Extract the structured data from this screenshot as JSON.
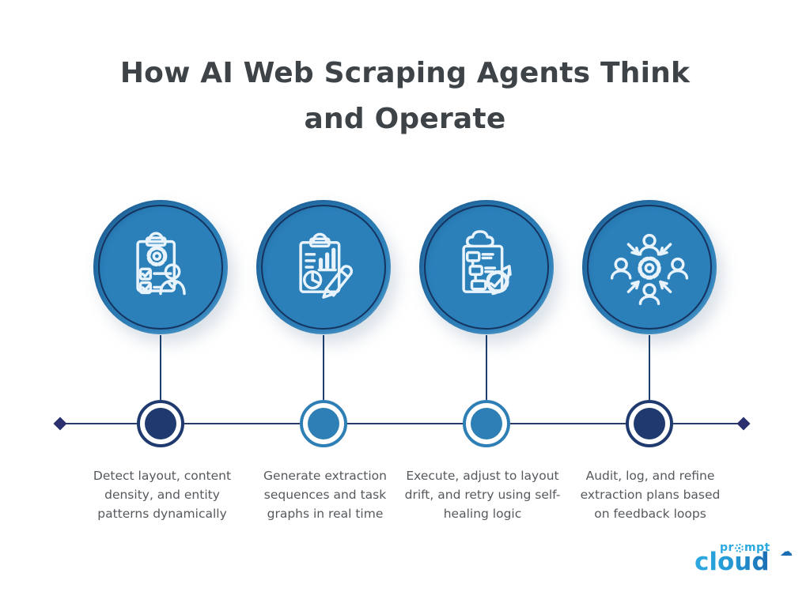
{
  "title": {
    "line1": "How AI Web Scraping Agents Think",
    "line2": "and Operate"
  },
  "steps": [
    {
      "icon": "clipboard-gear-person-icon",
      "caption": "Detect layout, content density, and entity patterns dynamically",
      "node_color": "#1e3a6e"
    },
    {
      "icon": "clipboard-chart-pencil-icon",
      "caption": "Generate extraction sequences and task graphs in real time",
      "node_color": "#2e7fb5"
    },
    {
      "icon": "flowchart-gear-arrow-icon",
      "caption": "Execute, adjust to layout drift, and retry using self-healing logic",
      "node_color": "#2e7fb5"
    },
    {
      "icon": "team-gear-feedback-icon",
      "caption": "Audit, log, and refine extraction plans based on feedback loops",
      "node_color": "#1e3a6e"
    }
  ],
  "logo": {
    "name_top_pre": "pr",
    "name_top_post": "mpt",
    "name_bottom": "cloud"
  },
  "colors": {
    "circle_fill": "#2b80ba",
    "circle_ring": "#16335f",
    "icon_stroke": "#e9f3fb",
    "timeline": "#2b3a6d",
    "node_dark": "#1e3a6e",
    "node_blue": "#2e7fb5",
    "title_text": "#3e4347",
    "caption_text": "#55595e",
    "logo_light": "#2aa9e0",
    "logo_dark": "#1b6db3"
  }
}
